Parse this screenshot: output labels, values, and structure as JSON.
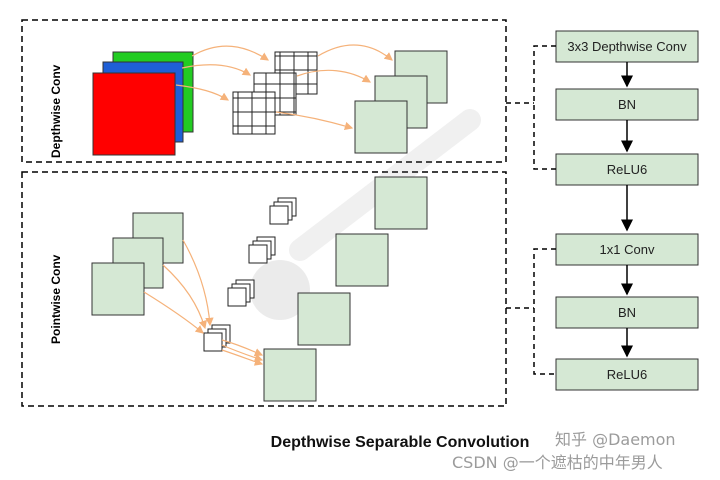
{
  "sections": {
    "depthwise_label": "Depthwise Conv",
    "pointwise_label": "Pointwise Conv"
  },
  "flow": {
    "top_boxes": [
      "3x3 Depthwise Conv",
      "BN",
      "ReLU6"
    ],
    "bottom_boxes": [
      "1x1 Conv",
      "BN",
      "ReLU6"
    ]
  },
  "caption": "Depthwise Separable Convolution",
  "watermarks": {
    "zhihu": "知乎 @Daemon",
    "csdn": "CSDN @一个遮枯的中年男人"
  },
  "colors": {
    "red": "#ff0000",
    "blue": "#1f5fd6",
    "green": "#22cc22",
    "feature_map": "#d5e8d4",
    "feature_border": "#333333",
    "arrow": "#f5b27a"
  }
}
